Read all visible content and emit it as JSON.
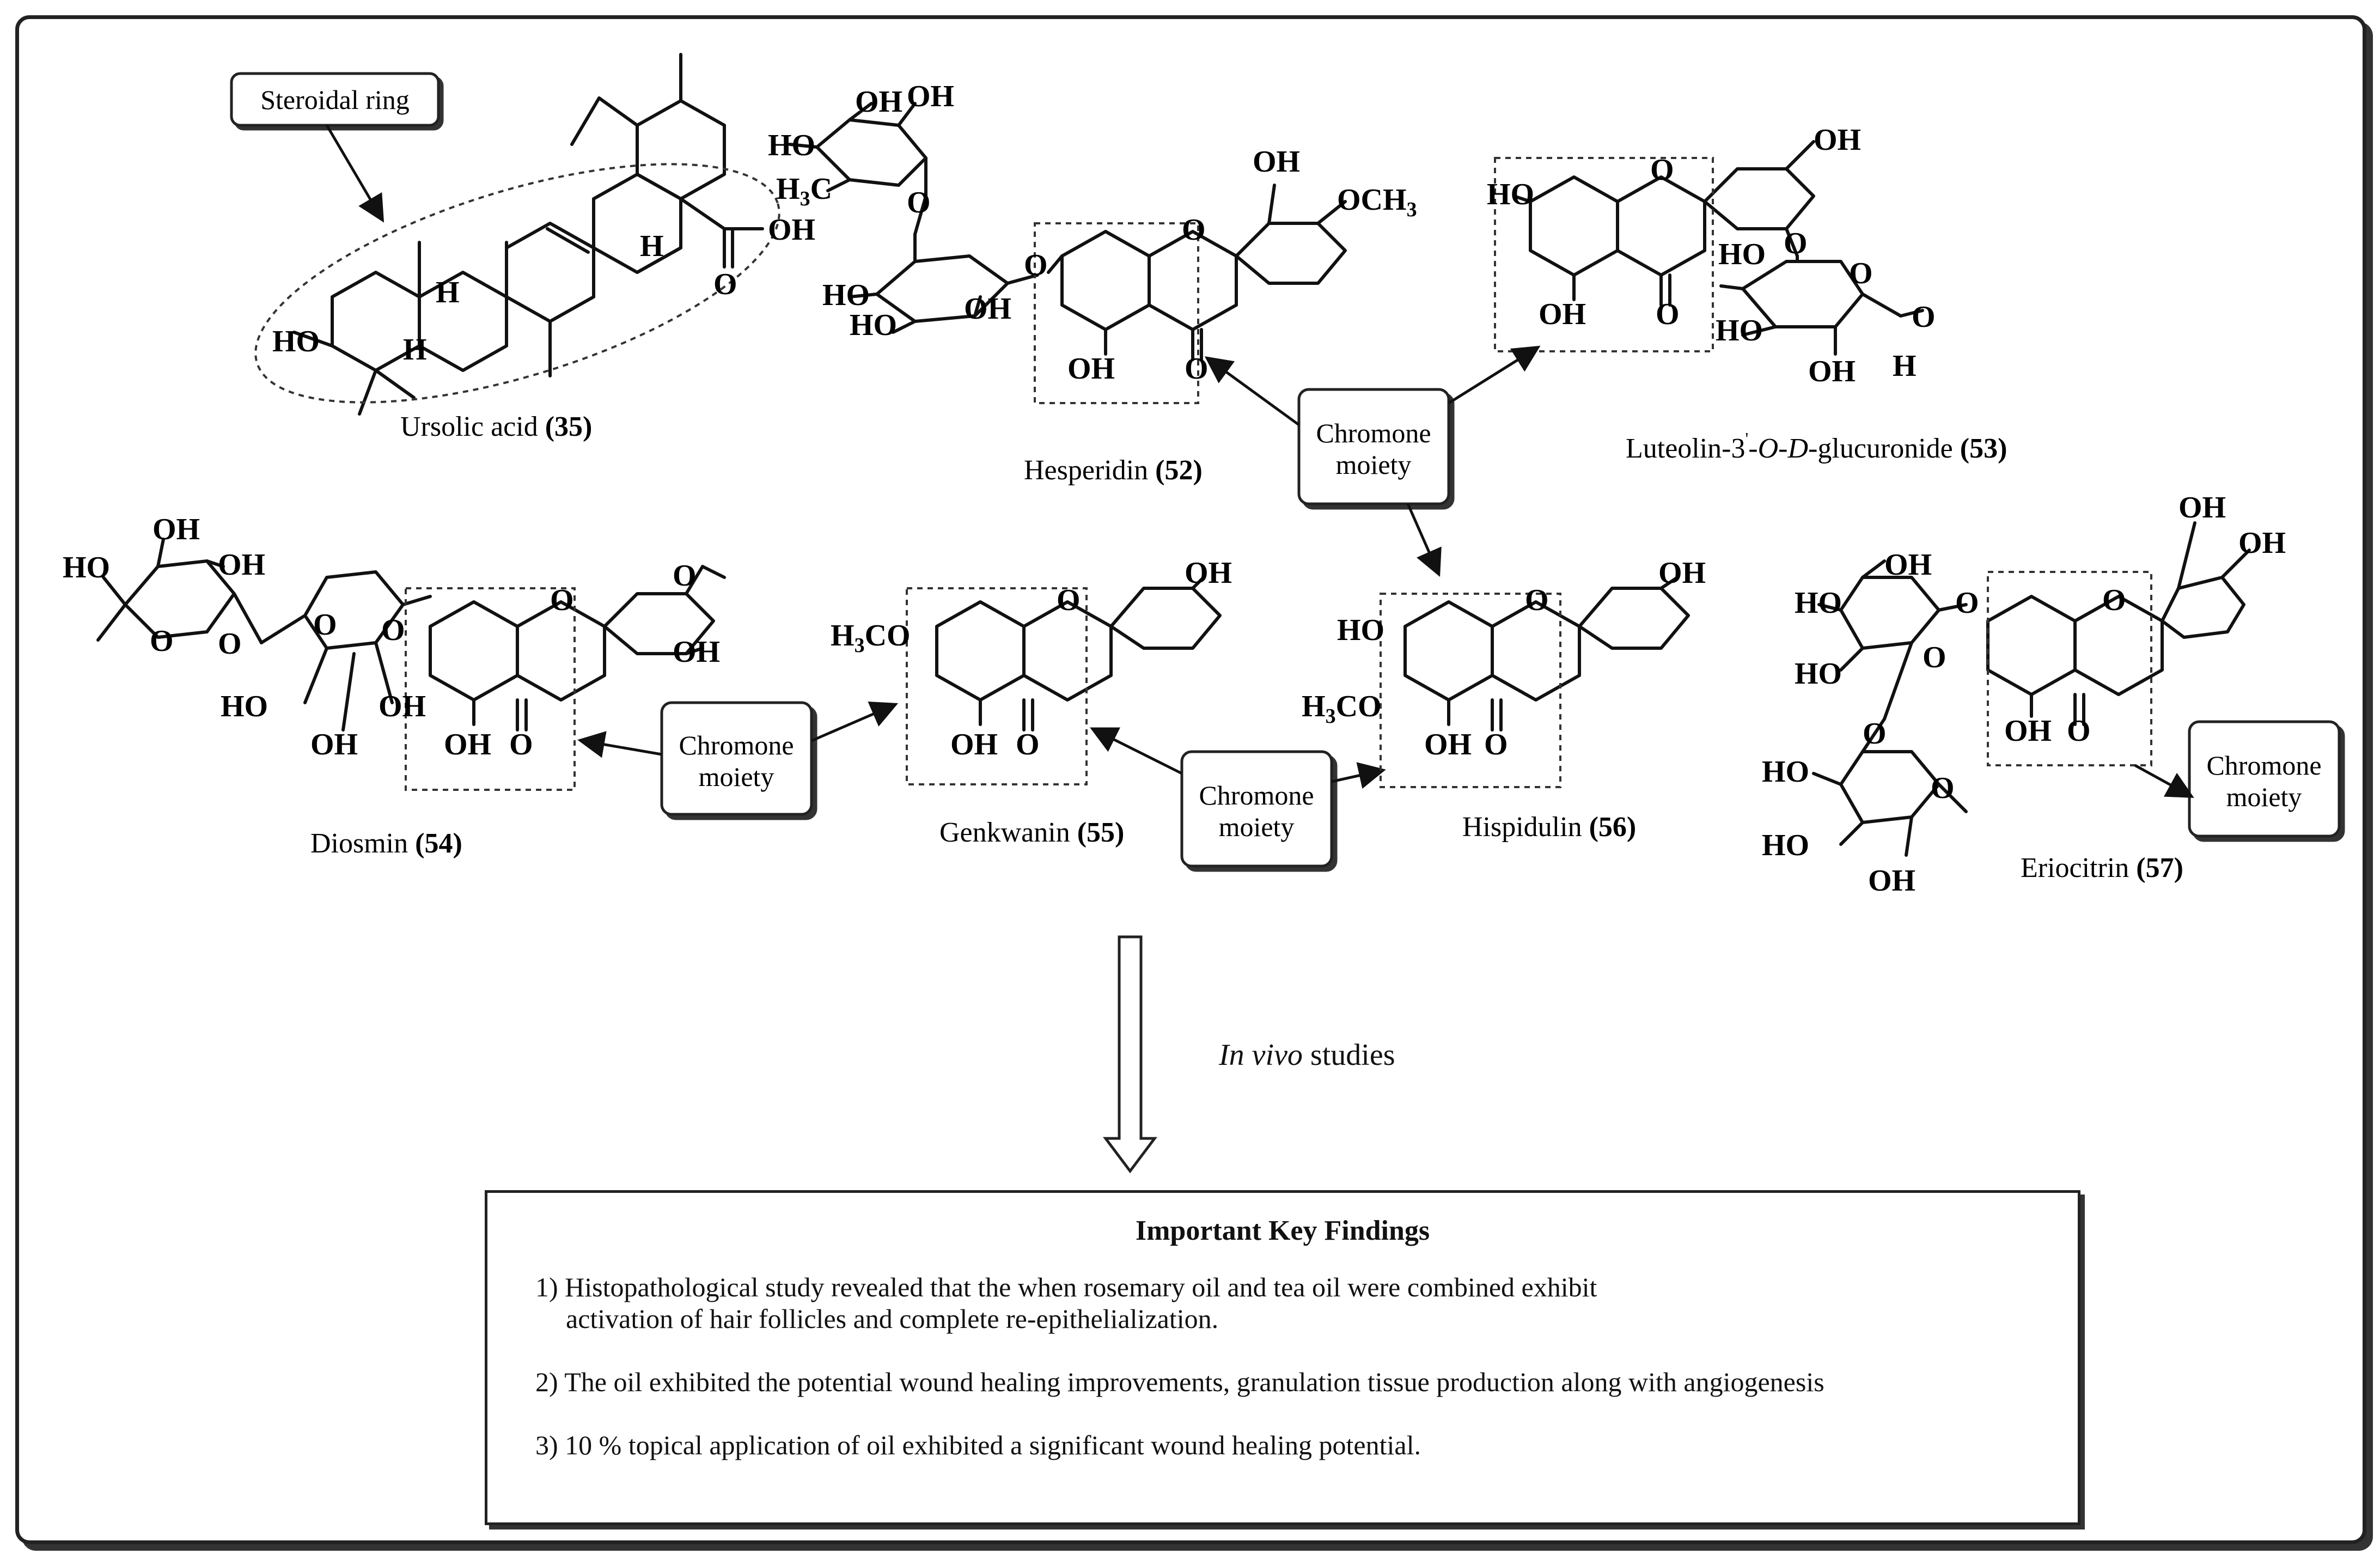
{
  "captions": {
    "ursolic": "Ursolic acid ",
    "ursolic_num": "(35)",
    "hesperidin": "Hesperidin ",
    "hesperidin_num": "(52)",
    "luteolin_a": "Luteolin-3",
    "luteolin_prime": "'",
    "luteolin_b": "-",
    "luteolin_o": "O",
    "luteolin_c": "-",
    "luteolin_d": "D",
    "luteolin_e": "-glucuronide ",
    "luteolin_num": "(53)",
    "diosmin": "Diosmin ",
    "diosmin_num": "(54)",
    "genkwanin": "Genkwanin ",
    "genkwanin_num": "(55)",
    "hispidulin": "Hispidulin ",
    "hispidulin_num": "(56)",
    "eriocitrin": "Eriocitrin ",
    "eriocitrin_num": "(57)"
  },
  "callouts": {
    "steroidal": "Steroidal ring",
    "chromone_line1": "Chromone",
    "chromone_line2": "moiety"
  },
  "atoms": {
    "OH": "OH",
    "HO": "HO",
    "O": "O",
    "H": "H",
    "OCH3": "OCH",
    "sub3": "3",
    "H3C_H": "H",
    "H3C_C": "C",
    "H3CO_C": "CO"
  },
  "invivo": {
    "italic": "In vivo",
    "rest": " studies"
  },
  "findings": {
    "title": "Important Key Findings",
    "item1_line1": "1) Histopathological study revealed that the when rosemary oil and tea oil were combined exhibit",
    "item1_line2": "activation of hair follicles and complete re-epithelialization.",
    "item2": "2) The oil exhibited the potential wound healing improvements, granulation tissue production along with angiogenesis",
    "item3": "3) 10 % topical application of oil exhibited a significant wound healing potential."
  }
}
